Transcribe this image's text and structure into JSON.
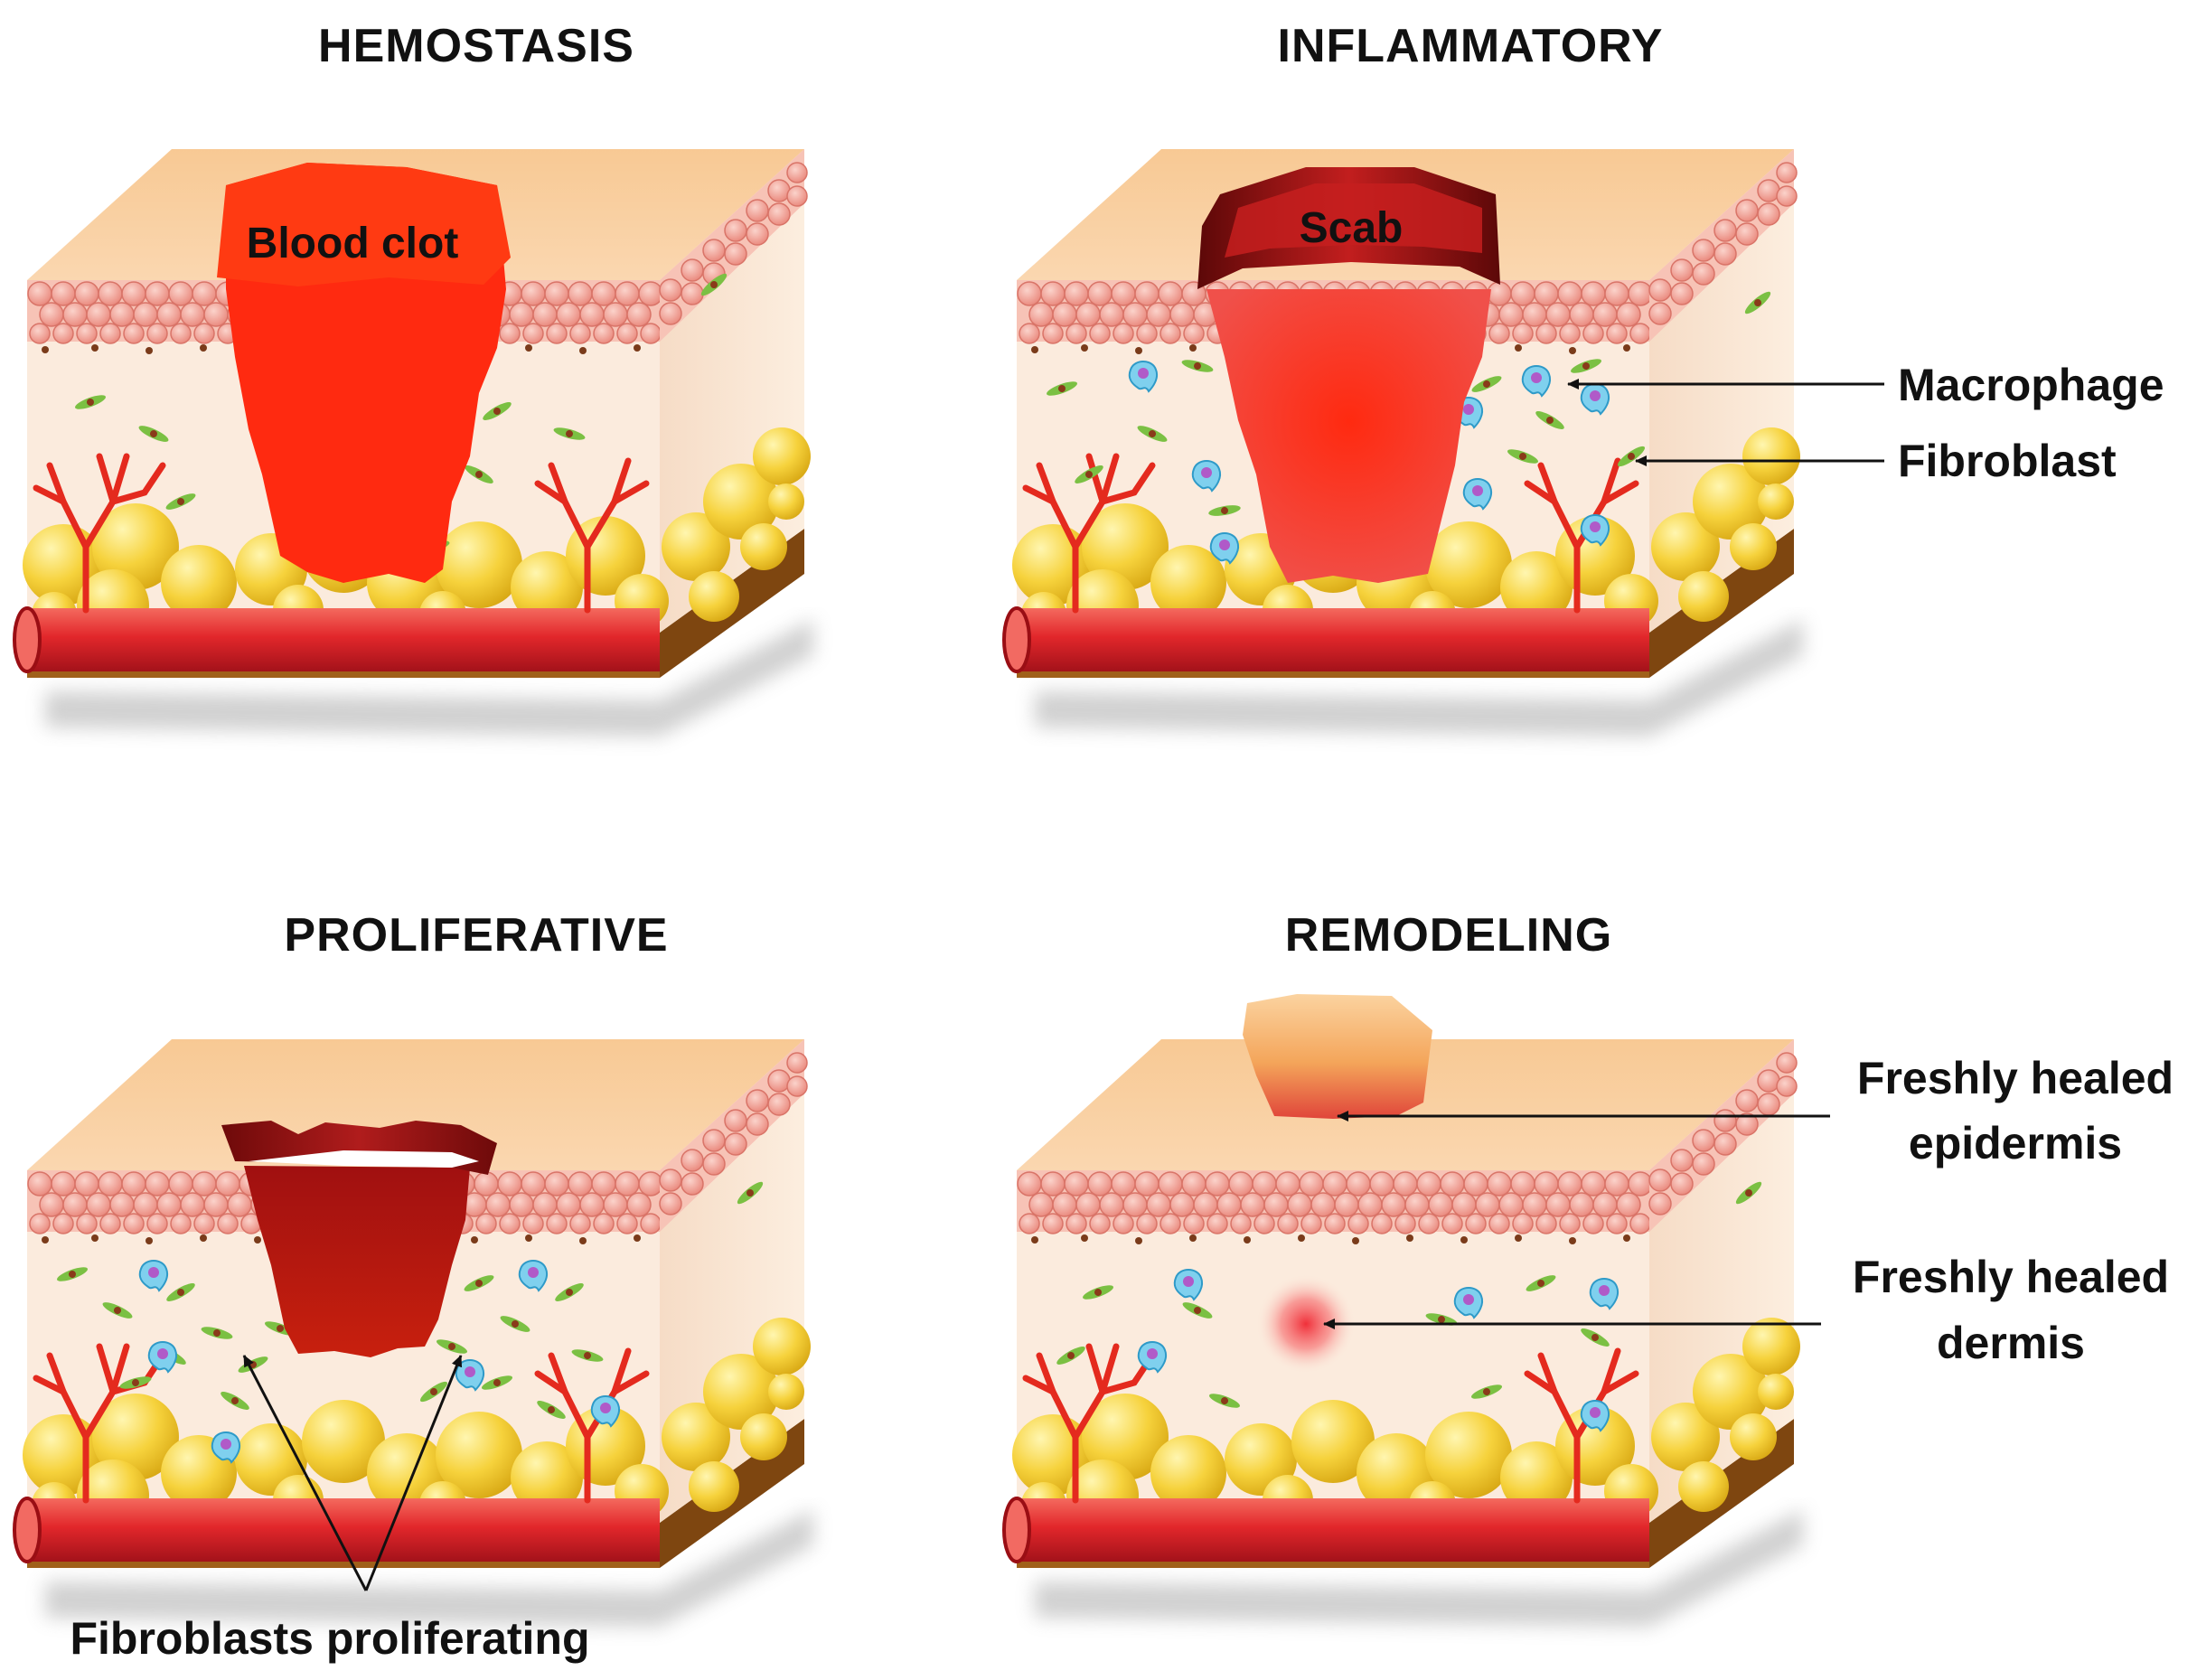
{
  "panels": [
    {
      "id": "hemostasis",
      "title": "HEMOSTASIS",
      "wound_label": "Blood clot"
    },
    {
      "id": "inflammatory",
      "title": "INFLAMMATORY",
      "wound_label": "Scab",
      "callouts": [
        "Macrophage",
        "Fibroblast"
      ]
    },
    {
      "id": "proliferative",
      "title": "PROLIFERATIVE",
      "callout": "Fibroblasts proliferating"
    },
    {
      "id": "remodeling",
      "title": "REMODELING",
      "callouts": [
        {
          "line1": "Freshly healed",
          "line2": "epidermis"
        },
        {
          "line1": "Freshly healed",
          "line2": "dermis"
        }
      ]
    }
  ],
  "colors": {
    "epidermis_top": "#F9CFA0",
    "dermis": "#FBEBDD",
    "papillary_cells": "#F2A9A0",
    "fat_lobules": "#F6D23C",
    "subcutis_base": "#9C5A12",
    "blood_vessel": "#E2272B",
    "blood_clot": "#FF2A10",
    "scab": "#8A1010",
    "macrophage": "#4FB7E0",
    "fibroblast": "#7BC043",
    "healed_epidermis": "#F4A55A",
    "healed_dermis": "#F25C5C"
  }
}
